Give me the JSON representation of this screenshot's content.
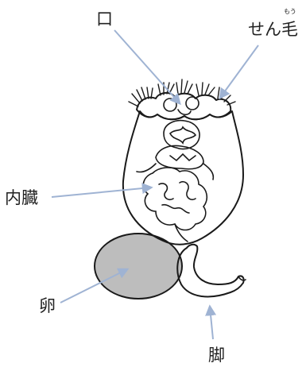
{
  "labels": {
    "mouth": "口",
    "cilia": "せん毛",
    "cilia_ruby": "もう",
    "organs": "内臓",
    "egg": "卵",
    "foot": "脚"
  },
  "colors": {
    "arrow": "#9fb3d3",
    "egg_fill": "#bdbdbd",
    "outline": "#1a1a1a"
  }
}
